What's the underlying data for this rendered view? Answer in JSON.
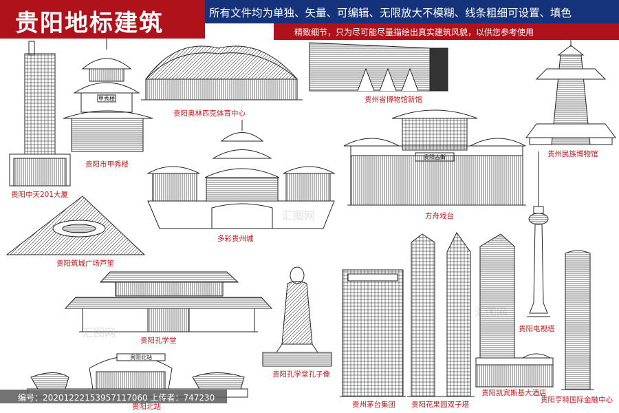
{
  "header": {
    "title": "贵阳地标建筑",
    "description": "所有文件均为单独、矢量、可编辑、无限放大不模糊、线条粗细可设置、填色",
    "subtitle": "精致细节，只为尽可能尽量描绘出真实建筑风貌，以供您参考使用"
  },
  "buildings": [
    {
      "key": "zhongtian",
      "label": "贵阳中天201大厦"
    },
    {
      "key": "jiaxiu",
      "label": "贵阳市甲秀楼"
    },
    {
      "key": "olympic",
      "label": "贵阳奥林匹克体育中心"
    },
    {
      "key": "museum",
      "label": "贵州省博物馆新馆"
    },
    {
      "key": "ethnic",
      "label": "贵州民族博物馆"
    },
    {
      "key": "duocai",
      "label": "多彩贵州城"
    },
    {
      "key": "fangzhou",
      "label": "方舟戏台"
    },
    {
      "key": "lusheng",
      "label": "贵阳筑城广场芦笙"
    },
    {
      "key": "kongxue",
      "label": "贵阳孔学堂"
    },
    {
      "key": "confucius",
      "label": "贵阳孔学堂孔子像"
    },
    {
      "key": "maotai",
      "label": "贵州茅台集团"
    },
    {
      "key": "twin",
      "label": "贵阳花果园双子塔"
    },
    {
      "key": "tvtower",
      "label": "贵阳电视塔"
    },
    {
      "key": "kempinski",
      "label": "贵阳凯宾斯基大酒店"
    },
    {
      "key": "hengte",
      "label": "贵阳亨特国际金融中心"
    },
    {
      "key": "north",
      "label": "贵阳北站"
    }
  ],
  "signage": {
    "jiaxiu_plaque": "甲秀楼",
    "fangzhou_plaque": "贵阳古街",
    "north_station": "贵阳北站"
  },
  "footer": {
    "id_text": "编号：20201222153957117060 上传者：747230"
  },
  "watermark": "汇图网",
  "colors": {
    "title_red": "#b0121b",
    "desc_blue": "#15337a",
    "label_red": "#c4161c",
    "line": "#222222"
  }
}
